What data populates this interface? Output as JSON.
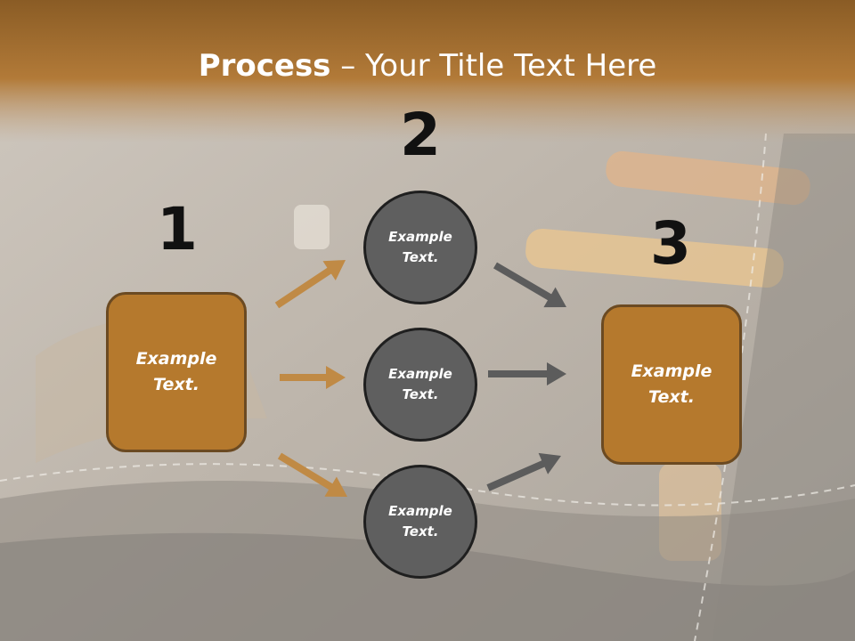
{
  "title": {
    "bold": "Process",
    "rest": " – Your Title Text Here"
  },
  "steps": [
    {
      "number": "1",
      "label": "Example Text."
    },
    {
      "number": "2",
      "labels": [
        "Example Text.",
        "Example Text.",
        "Example Text."
      ]
    },
    {
      "number": "3",
      "label": "Example Text."
    }
  ],
  "colors": {
    "accent": "#b5792d",
    "circle": "#5f5f5f",
    "arrow_gold": "#c08a45",
    "arrow_gray": "#5c5c5c",
    "header_band": "#9c6b2e"
  }
}
